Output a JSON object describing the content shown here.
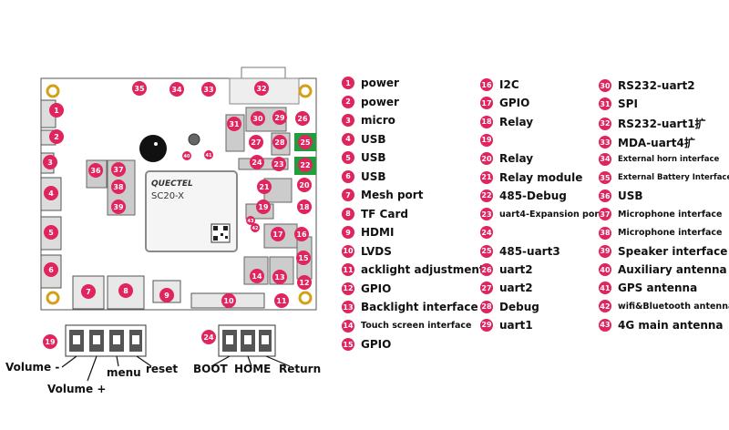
{
  "colors": {
    "marker": "#e0245e",
    "board": "#ffffff",
    "green": "#1f9e3c",
    "chip_border": "#8a8a8a"
  },
  "board": {
    "module_brand": "QUECTEL",
    "module_name": "SC20-X"
  },
  "markers": [
    "1",
    "2",
    "3",
    "4",
    "5",
    "6",
    "7",
    "8",
    "9",
    "10",
    "11",
    "12",
    "13",
    "14",
    "15",
    "16",
    "17",
    "18",
    "19",
    "20",
    "21",
    "22",
    "23",
    "24",
    "25",
    "26",
    "27",
    "28",
    "29",
    "30",
    "31",
    "32",
    "33",
    "34",
    "35",
    "36",
    "37",
    "38",
    "39",
    "40",
    "41",
    "42",
    "43"
  ],
  "legend": [
    {
      "num": "1",
      "label": "power"
    },
    {
      "num": "2",
      "label": "power"
    },
    {
      "num": "3",
      "label": "micro"
    },
    {
      "num": "4",
      "label": "USB"
    },
    {
      "num": "5",
      "label": "USB"
    },
    {
      "num": "6",
      "label": "USB"
    },
    {
      "num": "7",
      "label": "Mesh port"
    },
    {
      "num": "8",
      "label": "TF Card"
    },
    {
      "num": "9",
      "label": "HDMI"
    },
    {
      "num": "10",
      "label": "LVDS"
    },
    {
      "num": "11",
      "label": "acklight adjustment"
    },
    {
      "num": "12",
      "label": "GPIO"
    },
    {
      "num": "13",
      "label": "Backlight interface"
    },
    {
      "num": "14",
      "label": "Touch screen interface"
    },
    {
      "num": "15",
      "label": "GPIO"
    },
    {
      "num": "16",
      "label": "I2C"
    },
    {
      "num": "17",
      "label": "GPIO"
    },
    {
      "num": "18",
      "label": "Relay"
    },
    {
      "num": "19",
      "label": ""
    },
    {
      "num": "20",
      "label": "Relay"
    },
    {
      "num": "21",
      "label": "Relay module"
    },
    {
      "num": "22",
      "label": "485-Debug"
    },
    {
      "num": "23",
      "label": "uart4-Expansion port"
    },
    {
      "num": "24",
      "label": ""
    },
    {
      "num": "25",
      "label": "485-uart3"
    },
    {
      "num": "26",
      "label": "uart2"
    },
    {
      "num": "27",
      "label": "uart2"
    },
    {
      "num": "28",
      "label": "Debug"
    },
    {
      "num": "29",
      "label": "uart1"
    },
    {
      "num": "30",
      "label": "RS232-uart2"
    },
    {
      "num": "31",
      "label": "SPI"
    },
    {
      "num": "32",
      "label": "RS232-uart1扩"
    },
    {
      "num": "33",
      "label": "MDA-uart4扩"
    },
    {
      "num": "34",
      "label": "External horn interface"
    },
    {
      "num": "35",
      "label": "External Battery Interface"
    },
    {
      "num": "36",
      "label": "USB"
    },
    {
      "num": "37",
      "label": "Microphone interface"
    },
    {
      "num": "38",
      "label": "Microphone interface"
    },
    {
      "num": "39",
      "label": "Speaker interface"
    },
    {
      "num": "40",
      "label": "Auxiliary antenna"
    },
    {
      "num": "41",
      "label": "GPS antenna"
    },
    {
      "num": "42",
      "label": "wifi&Bluetooth antenna"
    },
    {
      "num": "43",
      "label": "4G main antenna"
    }
  ],
  "buttons19": {
    "num": "19",
    "labels": [
      "Volume -",
      "Volume +",
      "menu",
      "reset"
    ]
  },
  "buttons24": {
    "num": "24",
    "labels": [
      "BOOT",
      "HOME",
      "Return"
    ]
  }
}
